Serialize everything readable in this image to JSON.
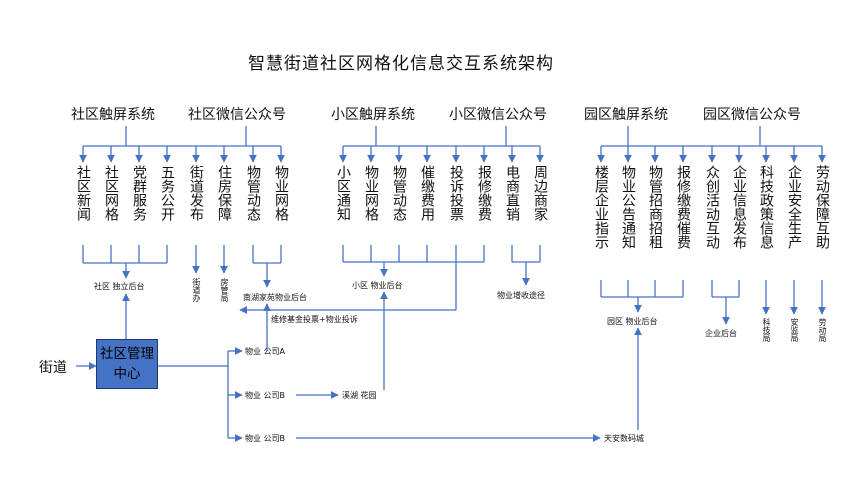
{
  "title": "智慧街道社区网格化信息交互系统架构",
  "systems": [
    "社区触屏系统",
    "社区微信公众号",
    "小区触屏系统",
    "小区微信公众号",
    "园区触屏系统",
    "园区微信公众号"
  ],
  "community_modules": [
    "社区新闻",
    "社区网格",
    "党群服务",
    "五务公开",
    "街道发布",
    "住房保障",
    "物管动态",
    "物业网格"
  ],
  "estate_modules": [
    "小区通知",
    "物业网格",
    "物管动态",
    "催缴费用",
    "投诉投票",
    "报修缴费",
    "电商直销",
    "周边商家"
  ],
  "park_modules": [
    "楼层企业指示",
    "物业公告通知",
    "物管招商招租",
    "报修缴费催费",
    "众创活动互动",
    "企业信息发布",
    "科技政策信息",
    "企业安全生产",
    "劳动保障互助"
  ],
  "labels": {
    "community_backend": "社区 独立后台",
    "street_office": "街道办",
    "housing_bureau": "房管局",
    "nanhu_backend": "南湖家苑物业后台",
    "maintenance_fund": "维修基金投票+物业投诉",
    "estate_backend": "小区 物业后台",
    "value_added": "物业增收途径",
    "park_backend": "园区 物业后台",
    "enterprise_backend": "企业后台",
    "sci_bureau": "科技局",
    "safety_bureau": "安监局",
    "labor_bureau": "劳动局",
    "street": "街道",
    "management_center": "社区管理中心",
    "property_a": "物业 公司A",
    "property_b1": "物业 公司B",
    "property_b2": "物业 公司B",
    "xihu_garden": "溪湖 花园",
    "tianan": "天安数码城"
  },
  "colors": {
    "line": "#4472c4",
    "box": "#4472c4"
  }
}
